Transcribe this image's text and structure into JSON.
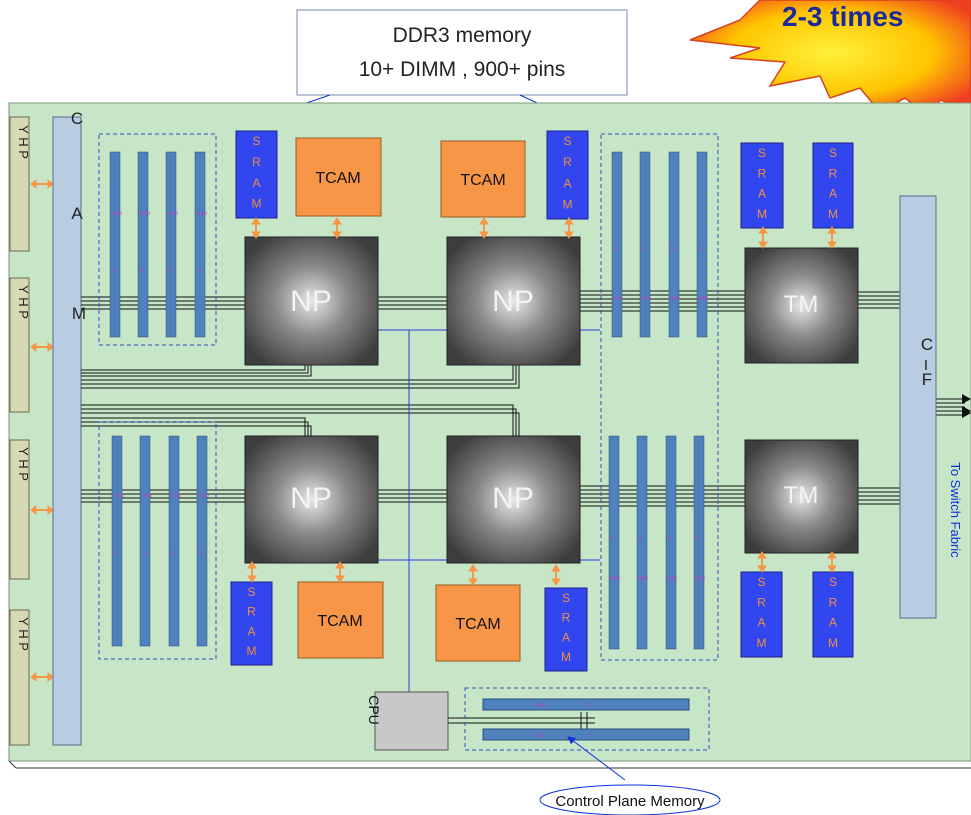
{
  "callouts": {
    "ddr3_line1": "DDR3 memory",
    "ddr3_line2": "10+ DIMM , 900+ pins",
    "starburst": "2-3 times",
    "control_plane": "Control Plane Memory",
    "switch_fabric": "To Switch Fabric"
  },
  "blocks": {
    "mac_letters": [
      "C",
      "A",
      "M"
    ],
    "phy_label": "Y H P",
    "cif_letters": [
      "C",
      "I",
      "F"
    ],
    "np_label": "NP",
    "tm_label": "TM",
    "tcam_label": "TCAM",
    "sram_letters": [
      "S",
      "R",
      "A",
      "M"
    ],
    "cpu_label": "CPU"
  },
  "colors": {
    "board": "#c7e6c7",
    "tcam": "#f79646",
    "sram": "#3246f0",
    "dimm": "#4f81bd",
    "side_block": "#b8cce4",
    "phy": "#d7d9b3",
    "arrow": "#f79646",
    "star": "#ffd400",
    "star_edge": "#e03030"
  }
}
